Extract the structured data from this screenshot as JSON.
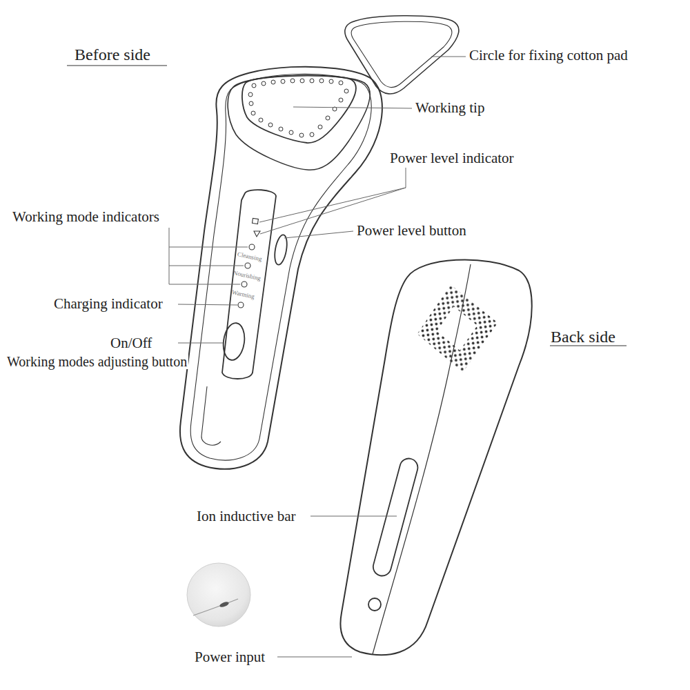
{
  "diagram": {
    "labels": [
      "Before side",
      "Circle for fixing cotton pad",
      "Working tip",
      "Power level indicator",
      "Working mode indicators",
      "Power level button",
      "Cleansing",
      "Nourishing",
      "Warming",
      "Charging indicator",
      "On/Off",
      "Working modes adjusting button",
      "Back side",
      "Ion inductive bar",
      "Power input"
    ]
  }
}
